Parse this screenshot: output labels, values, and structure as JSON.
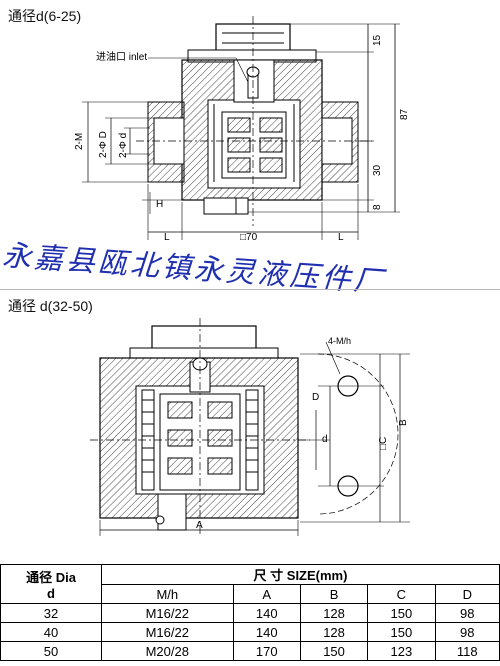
{
  "top_panel": {
    "title": "通径d(6-25)",
    "labels": {
      "inlet": "进油口 inlet",
      "d15": "15",
      "d87": "87",
      "d30": "30",
      "d8": "8",
      "d70": "□70",
      "L_left": "L",
      "L_right": "L",
      "H": "H",
      "phiD": "2-Φ D",
      "phid": "2-Φ d",
      "twoM": "2-M"
    }
  },
  "watermark": "永嘉县瓯北镇永灵液压件厂",
  "bottom_panel": {
    "title": "通径 d(32-50)",
    "labels": {
      "Mh": "4-M/h",
      "D": "D",
      "d": "d",
      "C": "□C",
      "B": "B",
      "A": "A"
    }
  },
  "spec_table": {
    "col1_header_line1": "通径 Dia",
    "col1_header_line2": "d",
    "size_header": "尺 寸 SIZE(mm)",
    "sub_headers": [
      "M/h",
      "A",
      "B",
      "C",
      "D"
    ],
    "rows": [
      [
        "32",
        "M16/22",
        "140",
        "128",
        "150",
        "98"
      ],
      [
        "40",
        "M16/22",
        "140",
        "128",
        "150",
        "98"
      ],
      [
        "50",
        "M20/28",
        "170",
        "150",
        "123",
        "118"
      ]
    ]
  },
  "colors": {
    "watermark": "#1f2fb0",
    "hatch": "#444444",
    "line": "#000000"
  }
}
